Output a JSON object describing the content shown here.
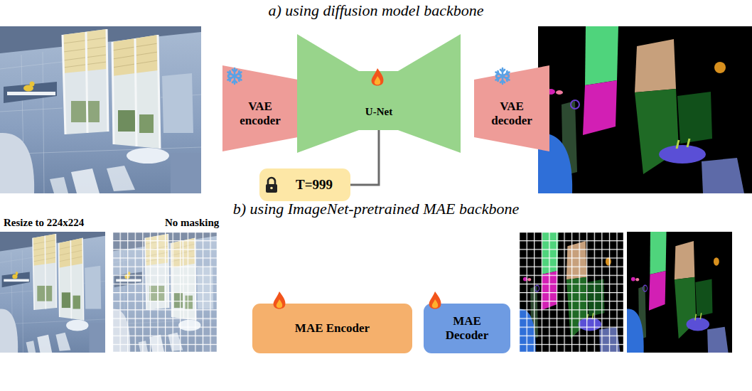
{
  "diagram": {
    "nodes": [
      {
        "text": [
          "VAE encoder"
        ]
      },
      {
        "text": [
          "U-Net"
        ]
      },
      {
        "text": [
          "VAE decoder"
        ]
      },
      {
        "text": [
          "T=999"
        ]
      },
      {
        "text": [
          "MAE Encoder"
        ]
      },
      {
        "text": [
          "MAE Decoder"
        ]
      }
    ],
    "edges": [
      {
        "from": 3,
        "to": 1,
        "arrow": "none"
      }
    ],
    "labels": [
      "a) using diffusion model backbone",
      "b) using ImageNet-pretrained MAE backbone",
      "Resize to 224x224",
      "No masking"
    ]
  }
}
